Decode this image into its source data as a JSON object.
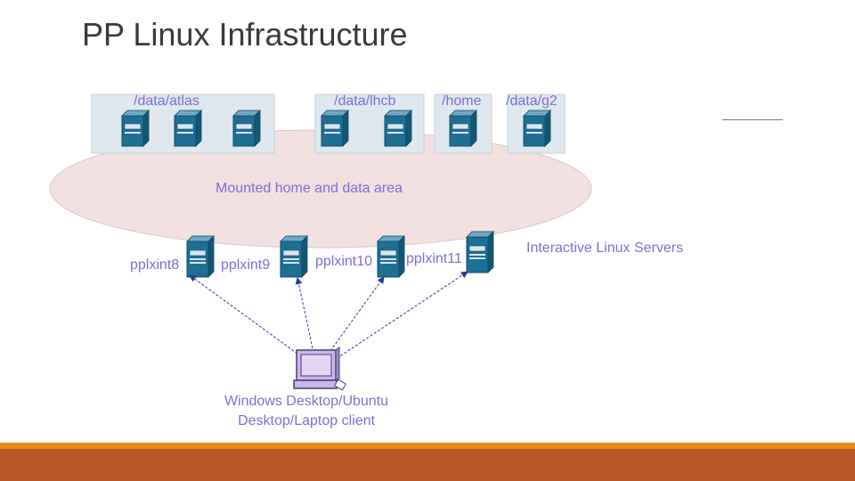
{
  "slide": {
    "title": "PP Linux Infrastructure"
  },
  "storage": {
    "groups": [
      {
        "label": "/data/atlas"
      },
      {
        "label": "/data/lhcb"
      },
      {
        "label": "/home"
      },
      {
        "label": "/data/g2"
      }
    ],
    "mounted_label": "Mounted home and data area"
  },
  "servers": {
    "group_label": "Interactive Linux Servers",
    "names": [
      "pplxint8",
      "pplxint9",
      "pplxint10",
      "pplxint11"
    ]
  },
  "client": {
    "label_line1": "Windows Desktop/Ubuntu",
    "label_line2": "Desktop/Laptop client"
  },
  "colors": {
    "label": "#7b6fd4",
    "server_body": "#1f6f94",
    "storage_box": "#dfe8ee",
    "ellipse": "#f3dfe0",
    "arrow": "#2c3a8c",
    "footer": "#b9562a",
    "footer_line": "#e68a1c"
  },
  "icons": {
    "server": "server-tower-icon",
    "client": "desktop-computer-icon"
  }
}
